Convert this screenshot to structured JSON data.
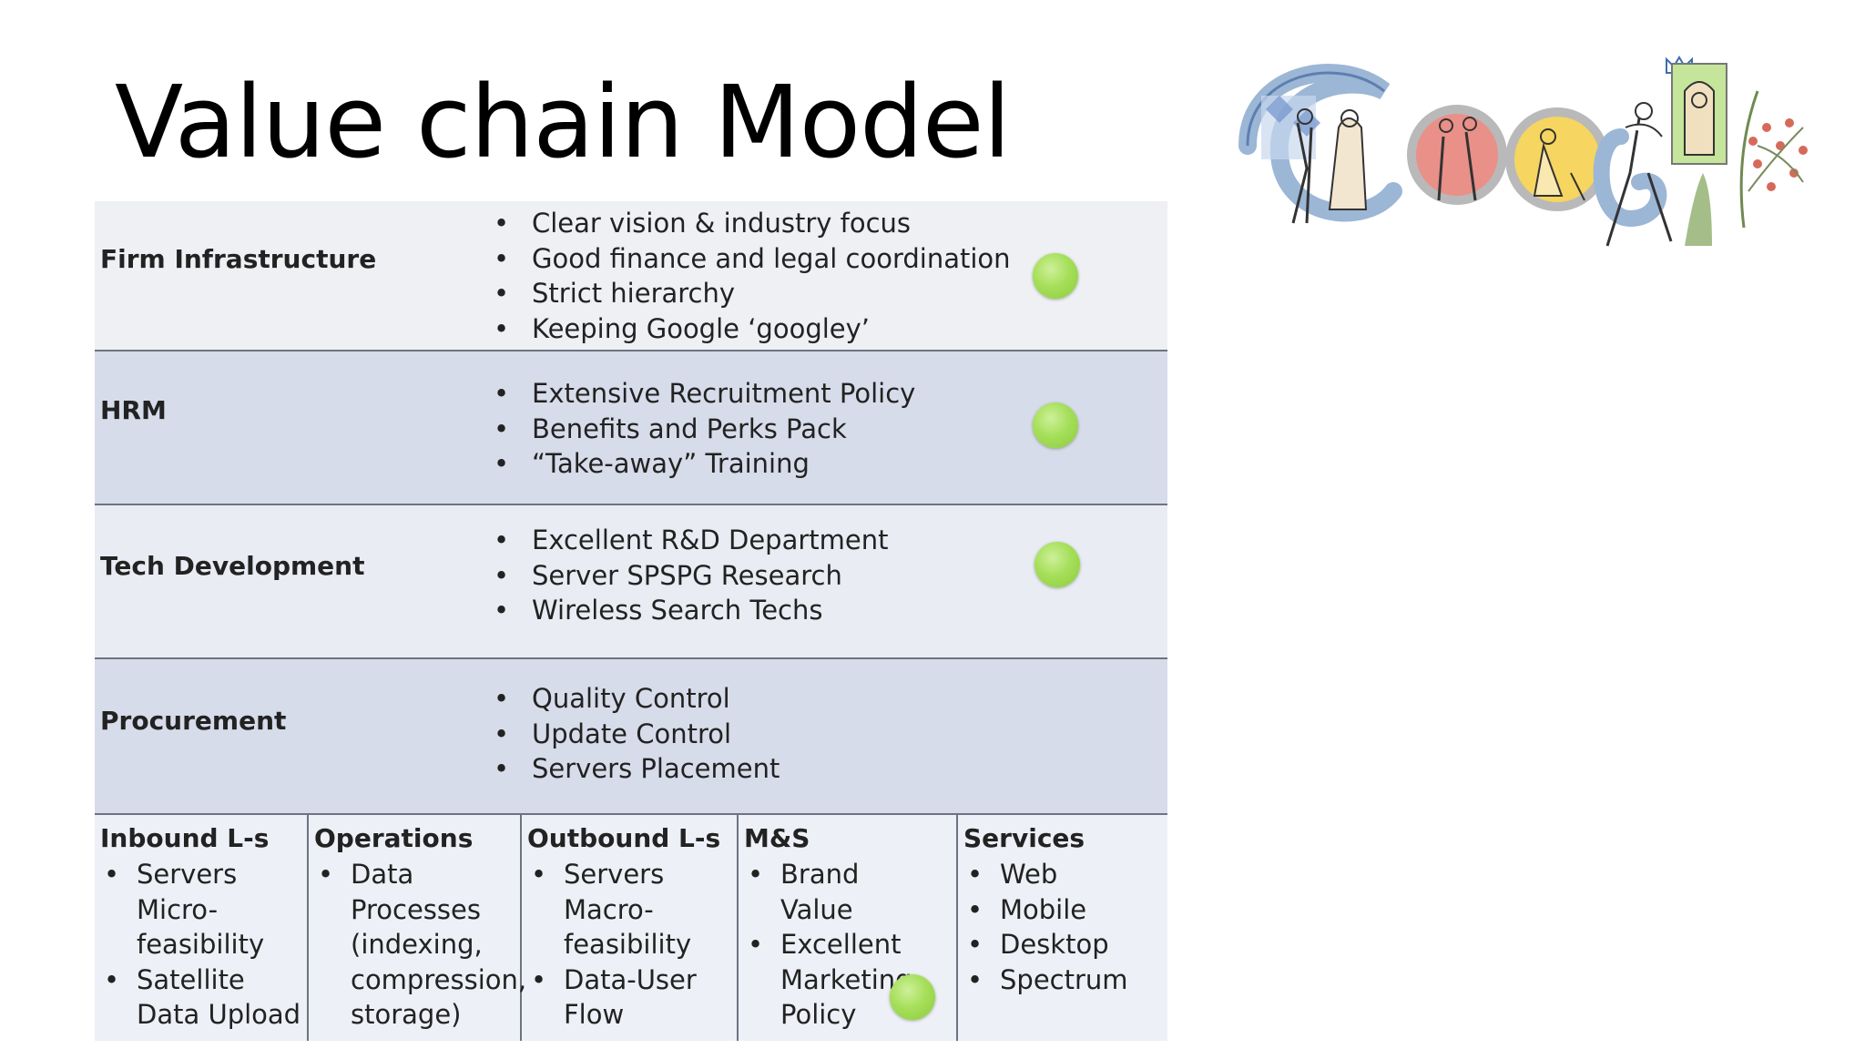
{
  "slide": {
    "title": "Value chain Model"
  },
  "doodle": {
    "icon": "google-doodle-logo",
    "lettering": "Google"
  },
  "colors": {
    "band_light": "#eef0f4",
    "band_dark": "#d7dcea",
    "status_dot": "#a6df5a",
    "divider": "#6d7380"
  },
  "support_activities": [
    {
      "label": "Firm Infrastructure",
      "items": [
        "Clear vision & industry focus",
        "Good finance and legal coordination",
        "Strict hierarchy",
        "Keeping Google ‘googley’"
      ],
      "green_dot": true
    },
    {
      "label": "HRM",
      "items": [
        "Extensive Recruitment Policy",
        "Benefits and Perks Pack",
        "“Take-away” Training"
      ],
      "green_dot": true
    },
    {
      "label": "Tech Development",
      "items": [
        "Excellent R&D Department",
        "Server SPSPG Research",
        "Wireless Search Techs"
      ],
      "green_dot": true
    },
    {
      "label": "Procurement",
      "items": [
        "Quality Control",
        "Update Control",
        "Servers Placement"
      ],
      "green_dot": false
    }
  ],
  "primary_activities": [
    {
      "label": "Inbound L-s",
      "items": [
        "Servers Micro-feasibility",
        "Satellite Data Upload"
      ]
    },
    {
      "label": "Operations",
      "items": [
        "Data Processes (indexing, compression, storage)"
      ]
    },
    {
      "label": "Outbound L-s",
      "items": [
        "Servers Macro-feasibility",
        "Data-User Flow"
      ]
    },
    {
      "label": "M&S",
      "items": [
        "Brand Value",
        "Excellent Marketing Policy"
      ],
      "green_dot": true
    },
    {
      "label": "Services",
      "items": [
        "Web",
        "Mobile",
        "Desktop",
        "Spectrum"
      ]
    }
  ]
}
